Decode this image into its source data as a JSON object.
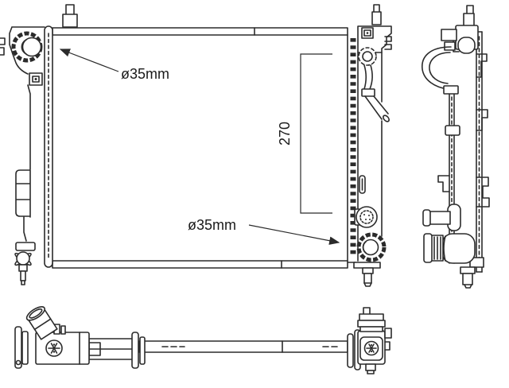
{
  "drawing": {
    "background_color": "#ffffff",
    "line_color": "#2b2b2b",
    "annotations": {
      "inlet_diameter": {
        "label": "ø35mm"
      },
      "outlet_diameter": {
        "label": "ø35mm"
      },
      "core_height": {
        "label": "270"
      }
    }
  }
}
